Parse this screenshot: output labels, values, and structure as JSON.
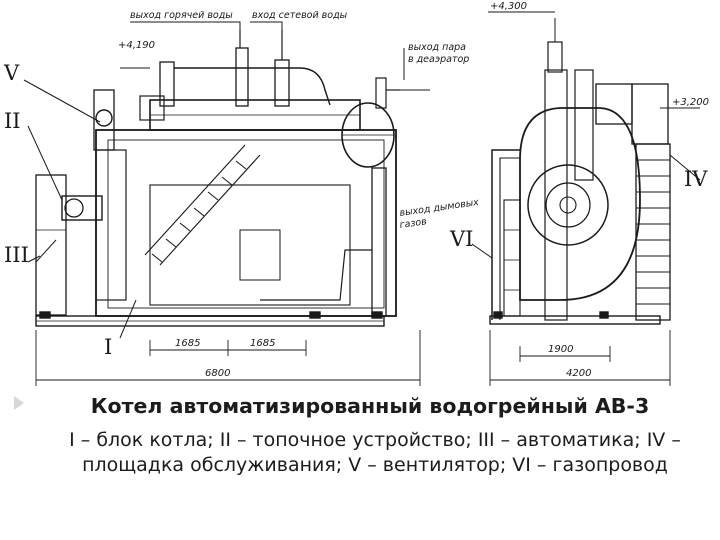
{
  "callouts": {
    "hot_water_out": "выход горячей воды",
    "network_water_in": "вход сетевой воды",
    "steam_out_line1": "выход пара",
    "steam_out_line2": "в деаэратор",
    "flue_gas_line1": "выход дымовых",
    "flue_gas_line2": "газов"
  },
  "elevations": {
    "el_4190": "+4,190",
    "el_4300": "+4,300",
    "el_3200": "+3,200"
  },
  "dimensions": {
    "d1685a": "1685",
    "d1685b": "1685",
    "d6800": "6800",
    "d1900": "1900",
    "d4200": "4200"
  },
  "labels": {
    "I": "I",
    "II": "II",
    "III": "III",
    "IV": "IV",
    "V": "V",
    "VI": "VI"
  },
  "caption": {
    "title": "Котел автоматизированный водогрейный АВ-3",
    "description": "I – блок котла; II – топочное устройство; III – автоматика; IV – площадка обслуживания; V – вентилятор; VI – газопровод"
  }
}
